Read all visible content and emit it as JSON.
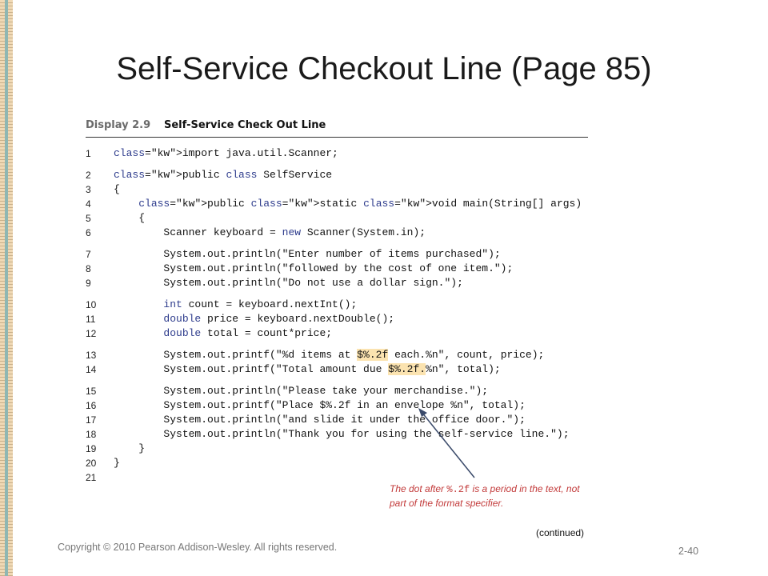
{
  "slide": {
    "title": "Self-Service Checkout Line (Page 85)",
    "footer": "Copyright © 2010 Pearson Addison-Wesley. All rights reserved.",
    "slide_number": "2-40"
  },
  "display": {
    "number": "Display 2.9",
    "title": "Self-Service Check Out Line"
  },
  "code_lines": [
    {
      "n": "1",
      "t": "import java.util.Scanner;"
    },
    {
      "n": "2",
      "t": "public class SelfService"
    },
    {
      "n": "3",
      "t": "{"
    },
    {
      "n": "4",
      "t": "    public static void main(String[] args)"
    },
    {
      "n": "5",
      "t": "    {"
    },
    {
      "n": "6",
      "t": "        Scanner keyboard = new Scanner(System.in);"
    },
    {
      "n": "7",
      "t": "        System.out.println(\"Enter number of items purchased\");"
    },
    {
      "n": "8",
      "t": "        System.out.println(\"followed by the cost of one item.\");"
    },
    {
      "n": "9",
      "t": "        System.out.println(\"Do not use a dollar sign.\");"
    },
    {
      "n": "10",
      "t": "        int count = keyboard.nextInt();"
    },
    {
      "n": "11",
      "t": "        double price = keyboard.nextDouble();"
    },
    {
      "n": "12",
      "t": "        double total = count*price;"
    },
    {
      "n": "13",
      "t": "        System.out.printf(\"%d items at $%.2f each.%n\", count, price);"
    },
    {
      "n": "14",
      "t": "        System.out.printf(\"Total amount due $%.2f.%n\", total);"
    },
    {
      "n": "15",
      "t": "        System.out.println(\"Please take your merchandise.\");"
    },
    {
      "n": "16",
      "t": "        System.out.printf(\"Place $%.2f in an envelope %n\", total);"
    },
    {
      "n": "17",
      "t": "        System.out.println(\"and slide it under the office door.\");"
    },
    {
      "n": "18",
      "t": "        System.out.println(\"Thank you for using the self-service line.\");"
    },
    {
      "n": "19",
      "t": "    }"
    },
    {
      "n": "20",
      "t": "}"
    },
    {
      "n": "21",
      "t": ""
    }
  ],
  "annotation": {
    "prefix": "The dot after ",
    "code": "%.2f",
    "suffix": " is a period in the text, not part of the format specifier."
  },
  "continued": "(continued)"
}
